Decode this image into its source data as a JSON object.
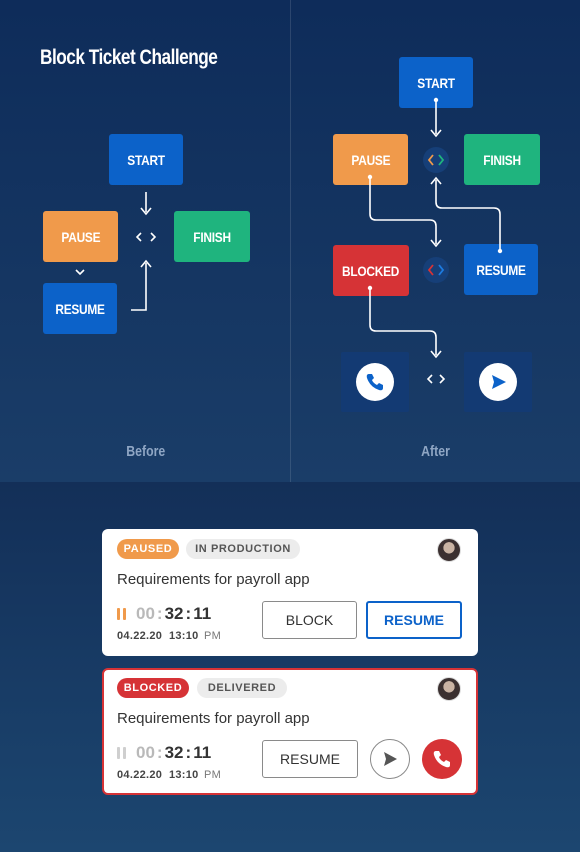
{
  "title": "Block Ticket Challenge",
  "before": {
    "caption": "Before",
    "nodes": {
      "start": "START",
      "pause": "PAUSE",
      "finish": "FINISH",
      "resume": "RESUME"
    }
  },
  "after": {
    "caption": "After",
    "nodes": {
      "start": "START",
      "pause": "PAUSE",
      "finish": "FINISH",
      "blocked": "BLOCKED",
      "resume": "RESUME"
    }
  },
  "cards": [
    {
      "status": "PAUSED",
      "stage": "IN PRODUCTION",
      "title": "Requirements for payroll app",
      "timer": {
        "hours": "00",
        "minutes": "32",
        "seconds": "11"
      },
      "date": "04.22.20",
      "time": "13:10",
      "ampm": "PM",
      "buttons": {
        "block": "BLOCK",
        "resume": "RESUME"
      }
    },
    {
      "status": "BLOCKED",
      "stage": "DELIVERED",
      "title": "Requirements for payroll app",
      "timer": {
        "hours": "00",
        "minutes": "32",
        "seconds": "11"
      },
      "date": "04.22.20",
      "time": "13:10",
      "ampm": "PM",
      "buttons": {
        "resume": "RESUME"
      }
    }
  ],
  "colors": {
    "blue": "#0c62c9",
    "orange": "#f09a4b",
    "green": "#1fb47e",
    "red": "#d63336",
    "phoneTile": "#133a73"
  },
  "icons": [
    "chevron-code-icon",
    "phone-icon",
    "send-icon",
    "pause-icon",
    "avatar"
  ]
}
